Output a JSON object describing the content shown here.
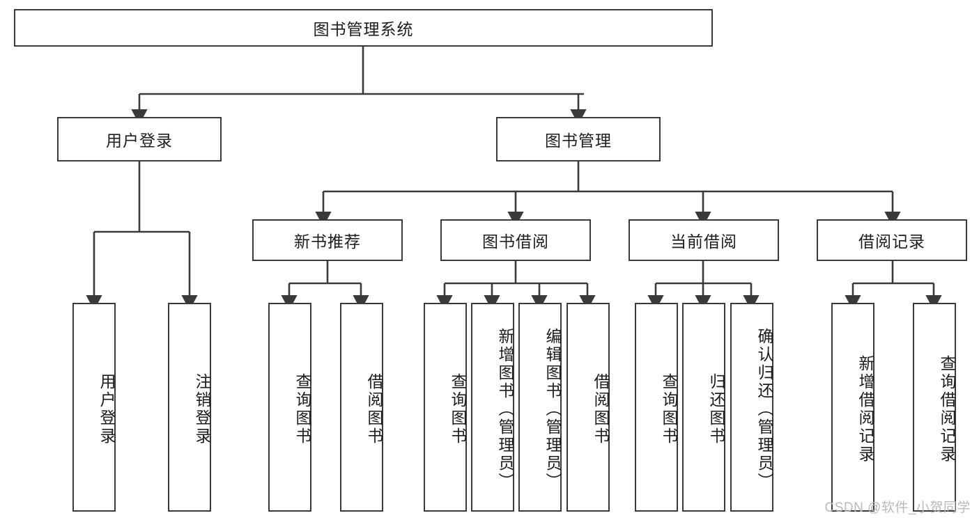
{
  "diagram": {
    "title": "图书管理系统",
    "type": "tree-hierarchy",
    "root": {
      "label": "图书管理系统"
    },
    "level2": [
      {
        "label": "用户登录"
      },
      {
        "label": "图书管理"
      }
    ],
    "level3": [
      {
        "label": "新书推荐"
      },
      {
        "label": "图书借阅"
      },
      {
        "label": "当前借阅"
      },
      {
        "label": "借阅记录"
      }
    ],
    "leaves": [
      {
        "label": "用户登录"
      },
      {
        "label": "注销登录"
      },
      {
        "label": "查询图书"
      },
      {
        "label": "借阅图书"
      },
      {
        "label": "查询图书"
      },
      {
        "label": "新增图书（管理员）"
      },
      {
        "label": "编辑图书（管理员）"
      },
      {
        "label": "借阅图书"
      },
      {
        "label": "查询图书"
      },
      {
        "label": "归还图书"
      },
      {
        "label": "确认归还（管理员）"
      },
      {
        "label": "新增借阅记录"
      },
      {
        "label": "查询借阅记录"
      }
    ],
    "colors": {
      "stroke": "#3a3a3a",
      "fill": "#ffffff",
      "text": "#1c1c1c",
      "watermark": "#b9b9b9"
    }
  },
  "watermark": {
    "text": "CSDN @软件_小贺同学"
  }
}
